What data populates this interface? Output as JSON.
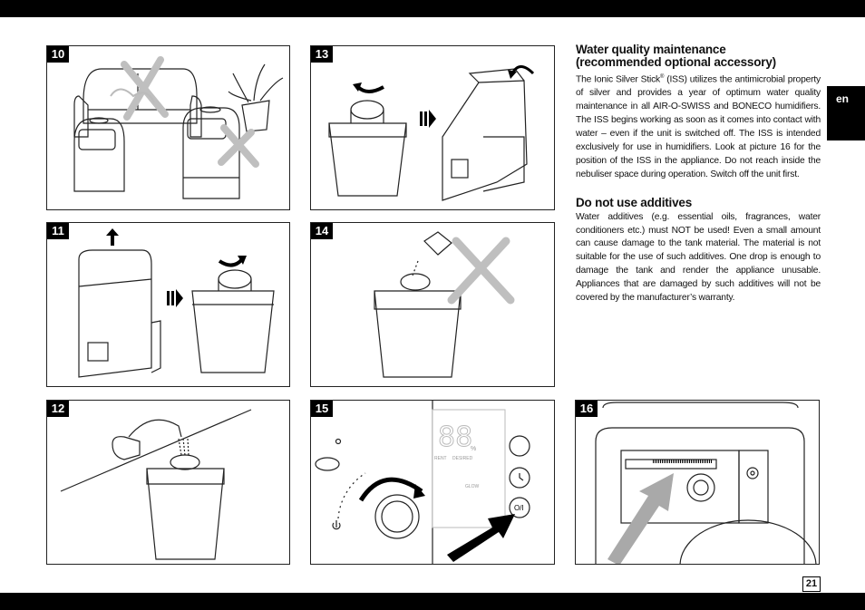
{
  "language": "en",
  "page_number": "21",
  "figures": [
    "10",
    "11",
    "12",
    "13",
    "14",
    "15",
    "16"
  ],
  "control_panel": {
    "display_digits": "88",
    "unit": "%",
    "label_left": "RENT",
    "label_right": "DESIRED",
    "label_glow": "GLOW",
    "power_symbol": "O/I"
  },
  "section1": {
    "title_line1": "Water quality maintenance",
    "title_line2": "(recommended optional accessory)",
    "body_pre": "The Ionic Silver Stick",
    "body_sup": "®",
    "body_post": " (ISS) utilizes the antimicrobial property of silver and provides a year of optimum water quality maintenance in all AIR-O-SWISS and BONECO humidifiers. The ISS begins working as soon as it comes into contact with water – even if the unit is switched off. The ISS is intended exclusively for use in humidifiers. Look at picture 16 for the position of the ISS in the appliance. Do not reach inside the nebuliser space during operation. Switch off the unit first."
  },
  "section2": {
    "title": "Do not use additives",
    "body": "Water additives (e.g. essential oils, fragrances, water conditioners etc.) must NOT be used! Even a small amount can cause damage to the tank material. The material is not suitable for the use of such additives. One drop is enough to damage the tank and render the appliance unusable. Appliances that are damaged by such additives will not be covered by the manufacturer’s warranty."
  },
  "colors": {
    "band": "#000000",
    "cross": "#bfbfbf",
    "arrow_grey": "#a9a9a9",
    "line": "#222222"
  }
}
